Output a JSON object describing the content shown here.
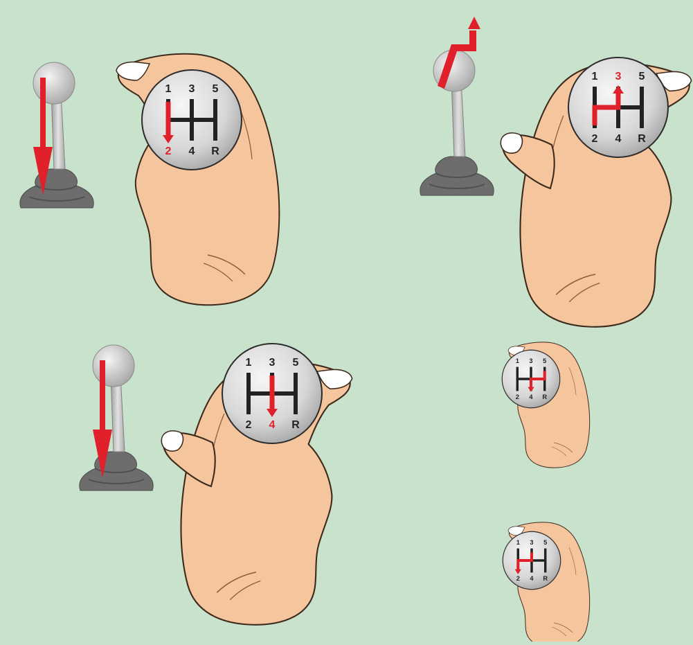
{
  "colors": {
    "background": "#c9e2cc",
    "skin": "#f5c59d",
    "skin_outline": "#6b4a30",
    "nail": "#ffffff",
    "knob_light": "#f4f4f4",
    "knob_dark": "#a9a9a9",
    "gate_line": "#222222",
    "highlight": "#e0202a",
    "boot": "#6d6d6d",
    "rod": "#c4c4c4"
  },
  "gear_labels": {
    "top": [
      "1",
      "3",
      "5"
    ],
    "bottom": [
      "2",
      "4",
      "R"
    ]
  },
  "scenes": [
    {
      "id": "shift-to-2",
      "target_gear": "2",
      "lever_arrow": "down",
      "gate_path": "1-to-2",
      "size": "large"
    },
    {
      "id": "shift-to-3",
      "target_gear": "3",
      "lever_arrow": "zigzag-up",
      "gate_path": "2-to-3",
      "size": "large"
    },
    {
      "id": "shift-to-4",
      "target_gear": "4",
      "lever_arrow": "down",
      "gate_path": "3-to-4",
      "size": "large"
    },
    {
      "id": "shift-5-to-4",
      "target_gear": "4",
      "lever_arrow": "none",
      "gate_path": "5-to-4",
      "size": "small"
    },
    {
      "id": "shift-3-to-2",
      "target_gear": "2",
      "lever_arrow": "none",
      "gate_path": "3-to-2",
      "size": "small"
    }
  ]
}
